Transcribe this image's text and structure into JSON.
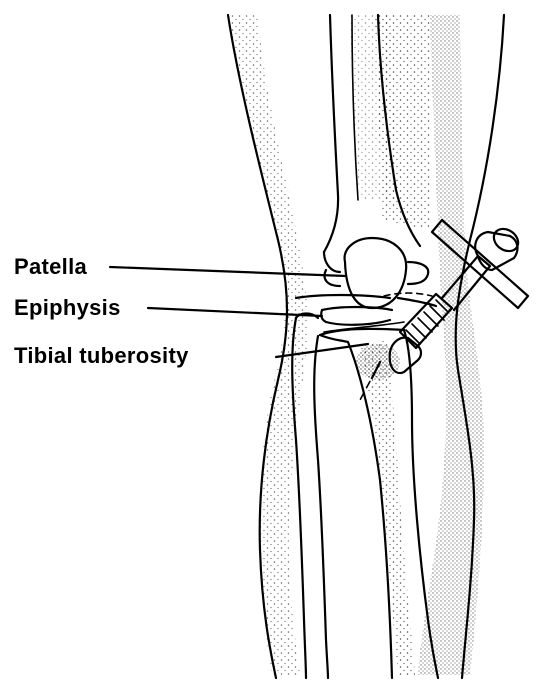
{
  "labels": {
    "patella": "Patella",
    "epiphysis": "Epiphysis",
    "tibial_tuberosity": "Tibial tuberosity"
  }
}
